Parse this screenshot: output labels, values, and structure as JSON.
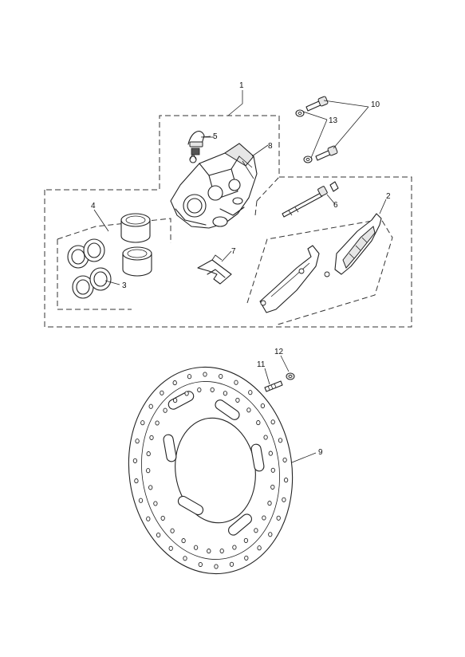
{
  "diagram": {
    "callouts": {
      "c1": "1",
      "c2": "2",
      "c3": "3",
      "c4": "4",
      "c5": "5",
      "c6": "6",
      "c7": "7",
      "c8": "8",
      "c9": "9",
      "c10": "10",
      "c11": "11",
      "c12": "12",
      "c13": "13"
    }
  }
}
